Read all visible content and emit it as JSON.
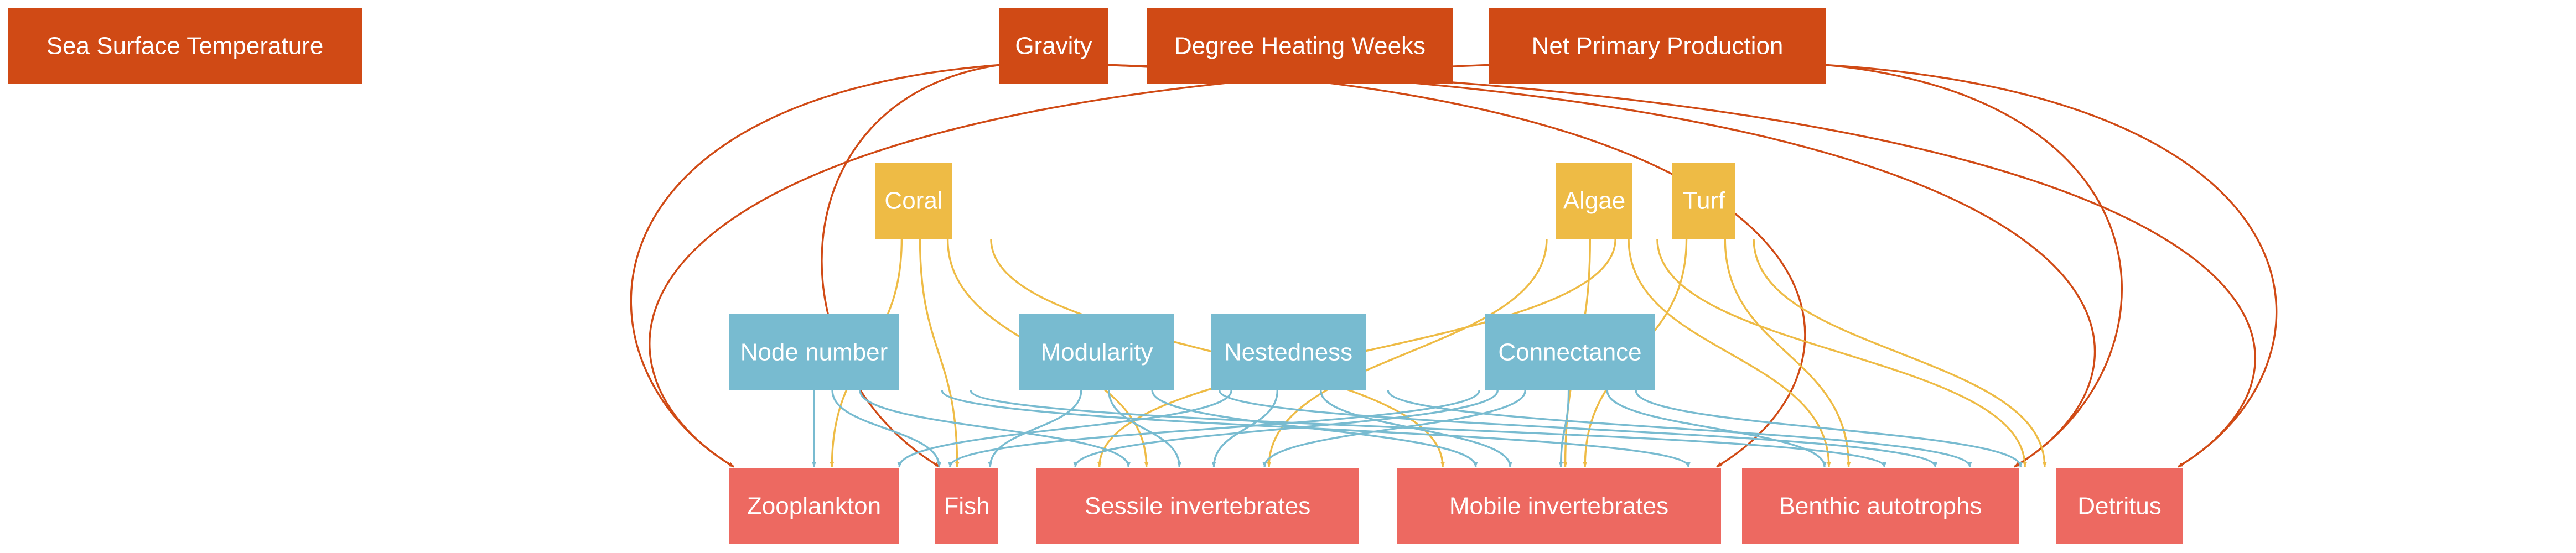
{
  "colors": {
    "driver": "#d04a15",
    "biotic": "#eebb45",
    "network": "#78bbd0",
    "response": "#ed6961"
  },
  "nodes": {
    "sst": {
      "label": "Sea Surface Temperature",
      "group": "driver"
    },
    "gravity": {
      "label": "Gravity",
      "group": "driver"
    },
    "dhw": {
      "label": "Degree Heating Weeks",
      "group": "driver"
    },
    "npp": {
      "label": "Net Primary Production",
      "group": "driver"
    },
    "coral": {
      "label": "Coral",
      "group": "biotic"
    },
    "algae": {
      "label": "Algae",
      "group": "biotic"
    },
    "turf": {
      "label": "Turf",
      "group": "biotic"
    },
    "node_number": {
      "label": "Node number",
      "group": "network"
    },
    "modularity": {
      "label": "Modularity",
      "group": "network"
    },
    "nestedness": {
      "label": "Nestedness",
      "group": "network"
    },
    "connectance": {
      "label": "Connectance",
      "group": "network"
    },
    "zooplankton": {
      "label": "Zooplankton",
      "group": "response"
    },
    "fish": {
      "label": "Fish",
      "group": "response"
    },
    "sessile": {
      "label": "Sessile invertebrates",
      "group": "response"
    },
    "mobile": {
      "label": "Mobile invertebrates",
      "group": "response"
    },
    "benthic": {
      "label": "Benthic autotrophs",
      "group": "response"
    },
    "detritus": {
      "label": "Detritus",
      "group": "response"
    }
  },
  "edges": [
    {
      "from": "gravity",
      "to": "zooplankton"
    },
    {
      "from": "gravity",
      "to": "fish"
    },
    {
      "from": "gravity",
      "to": "mobile"
    },
    {
      "from": "gravity",
      "to": "benthic"
    },
    {
      "from": "gravity",
      "to": "detritus"
    },
    {
      "from": "npp",
      "to": "zooplankton"
    },
    {
      "from": "npp",
      "to": "benthic"
    },
    {
      "from": "npp",
      "to": "detritus"
    },
    {
      "from": "coral",
      "to": "zooplankton"
    },
    {
      "from": "coral",
      "to": "fish"
    },
    {
      "from": "coral",
      "to": "sessile"
    },
    {
      "from": "coral",
      "to": "mobile"
    },
    {
      "from": "algae",
      "to": "sessile"
    },
    {
      "from": "algae",
      "to": "mobile"
    },
    {
      "from": "algae",
      "to": "benthic"
    },
    {
      "from": "algae",
      "to": "detritus"
    },
    {
      "from": "turf",
      "to": "fish"
    },
    {
      "from": "turf",
      "to": "mobile"
    },
    {
      "from": "turf",
      "to": "benthic"
    },
    {
      "from": "turf",
      "to": "detritus"
    },
    {
      "from": "node_number",
      "to": "zooplankton"
    },
    {
      "from": "node_number",
      "to": "fish"
    },
    {
      "from": "node_number",
      "to": "sessile"
    },
    {
      "from": "node_number",
      "to": "benthic"
    },
    {
      "from": "node_number",
      "to": "detritus"
    },
    {
      "from": "modularity",
      "to": "fish"
    },
    {
      "from": "modularity",
      "to": "sessile"
    },
    {
      "from": "modularity",
      "to": "mobile"
    },
    {
      "from": "modularity",
      "to": "detritus"
    },
    {
      "from": "nestedness",
      "to": "zooplankton"
    },
    {
      "from": "nestedness",
      "to": "sessile"
    },
    {
      "from": "nestedness",
      "to": "mobile"
    },
    {
      "from": "nestedness",
      "to": "detritus"
    },
    {
      "from": "connectance",
      "to": "zooplankton"
    },
    {
      "from": "connectance",
      "to": "fish"
    },
    {
      "from": "connectance",
      "to": "sessile"
    },
    {
      "from": "connectance",
      "to": "mobile"
    },
    {
      "from": "connectance",
      "to": "benthic"
    },
    {
      "from": "connectance",
      "to": "detritus"
    }
  ]
}
